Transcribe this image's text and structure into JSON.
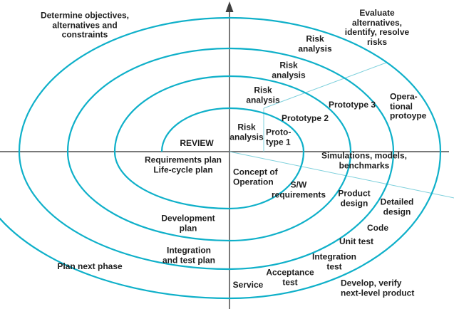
{
  "diagram": {
    "type": "spiral-model",
    "quadrants": {
      "top_left": "Determine objectives,\nalternatives and\nconstraints",
      "top_right": "Evaluate alternatives,\nidentify, resolve risks",
      "bottom_left": "Plan next phase",
      "bottom_right": "Develop, verify\nnext-level product"
    },
    "loops": 4
  },
  "labels": [
    {
      "id": "determine-objectives",
      "text": "Determine objectives,\nalternatives and\nconstraints"
    },
    {
      "id": "evaluate-alternatives",
      "text": "Evaluate alternatives,\nidentify, resolve risks"
    },
    {
      "id": "risk-analysis-1",
      "text": "Risk\nanalysis"
    },
    {
      "id": "risk-analysis-2",
      "text": "Risk\nanalysis"
    },
    {
      "id": "risk-analysis-3",
      "text": "Risk\nanalysis"
    },
    {
      "id": "risk-analysis-4",
      "text": "Risk\nanalysis"
    },
    {
      "id": "prototype-3",
      "text": "Prototype 3"
    },
    {
      "id": "prototype-2",
      "text": "Prototype 2"
    },
    {
      "id": "prototype-1",
      "text": "Proto-\ntype 1"
    },
    {
      "id": "operational-prototype",
      "text": "Opera-\ntional\nprotoype"
    },
    {
      "id": "review",
      "text": "REVIEW"
    },
    {
      "id": "requirements-plan",
      "text": "Requirements plan\nLife-cycle plan"
    },
    {
      "id": "development-plan",
      "text": "Development\nplan"
    },
    {
      "id": "integration-and-test-plan",
      "text": "Integration\nand test plan"
    },
    {
      "id": "plan-next-phase",
      "text": "Plan next phase"
    },
    {
      "id": "concept-of-operation",
      "text": "Concept of\nOperation"
    },
    {
      "id": "sw-requirements",
      "text": "S/W\nrequirements"
    },
    {
      "id": "simulations",
      "text": "Simulations, models, benchmarks"
    },
    {
      "id": "product-design",
      "text": "Product\ndesign"
    },
    {
      "id": "detailed-design",
      "text": "Detailed\ndesign"
    },
    {
      "id": "code",
      "text": "Code"
    },
    {
      "id": "unit-test",
      "text": "Unit test"
    },
    {
      "id": "integration-test",
      "text": "Integration\ntest"
    },
    {
      "id": "acceptance-test",
      "text": "Acceptance\ntest"
    },
    {
      "id": "service",
      "text": "Service"
    },
    {
      "id": "develop-verify",
      "text": "Develop, verify\nnext-level product"
    }
  ],
  "colors": {
    "spiral": "#0fb0c9",
    "divider_line": "#7ed0dc",
    "axis": "#4d4d4d",
    "text": "#1d1d1d",
    "background": "#ffffff"
  }
}
